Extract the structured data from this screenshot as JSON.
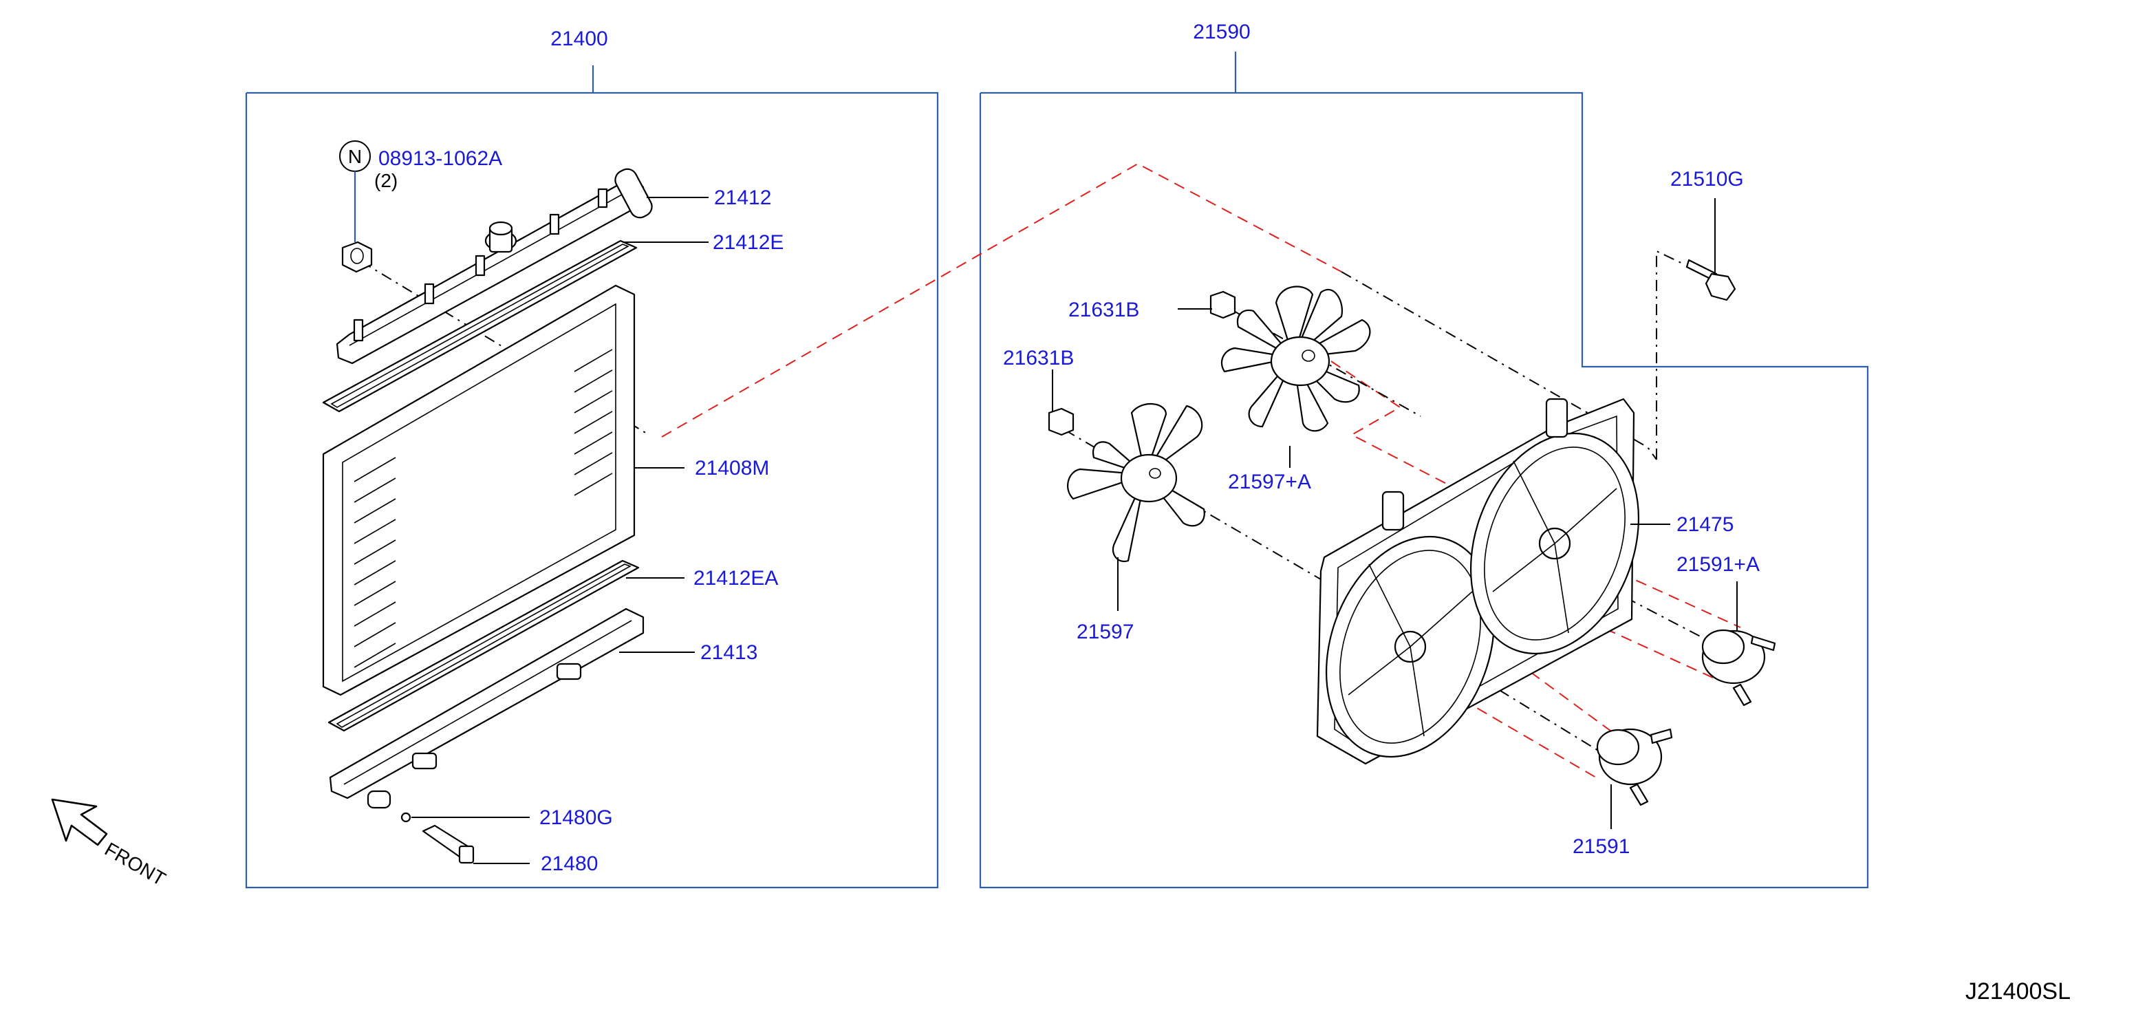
{
  "assembly_labels": {
    "radiator_assembly": "21400",
    "fan_motor_assembly": "21590"
  },
  "part_labels": {
    "nut_part": "08913-1062A",
    "nut_qty": "(2)",
    "nut_symbol": "N",
    "upper_tank": "21412",
    "upper_seal": "21412E",
    "core": "21408M",
    "lower_seal": "21412EA",
    "lower_tank": "21413",
    "drain_plug_seal": "21480G",
    "drain_plug": "21480",
    "bolt": "21510G",
    "nut_upper_fan": "21631B",
    "nut_lower_fan": "21631B",
    "fan_upper": "21597+A",
    "fan_lower": "21597",
    "shroud": "21475",
    "motor_upper": "21591+A",
    "motor_lower": "21591"
  },
  "front_label": "FRONT",
  "diagram_code": "J21400SL",
  "colors": {
    "label_blue": "#1a1ad6",
    "frame_blue": "#2f5fa8",
    "dash_red": "#e0201c"
  }
}
